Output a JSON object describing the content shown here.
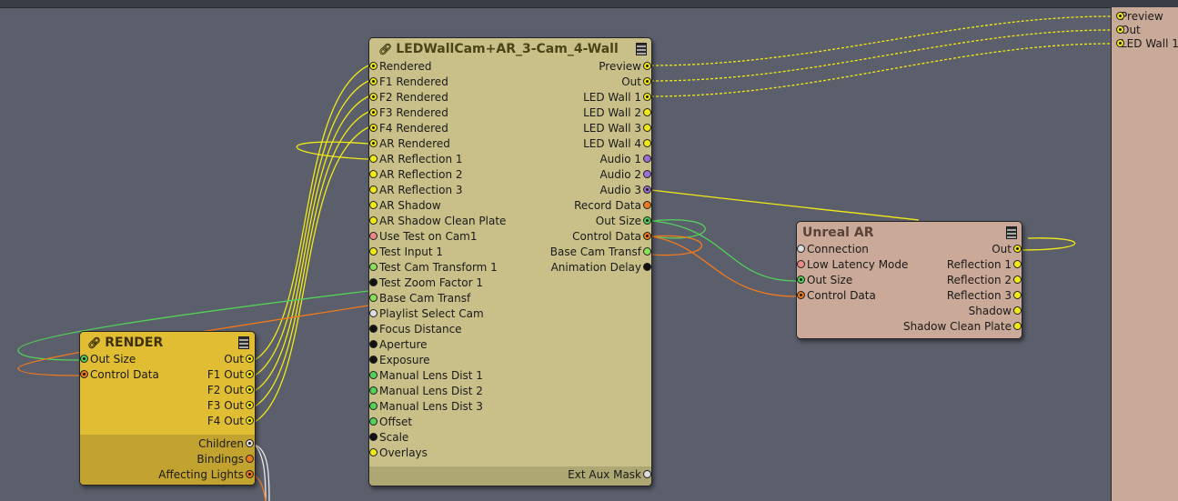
{
  "colors": {
    "background": "#5b5e6b",
    "led_node": "#c8c088",
    "render_node": "#e0bd33",
    "unreal_node": "#caa998",
    "port_yellow": "#f2ea17",
    "port_green": "#54d15b",
    "port_orange": "#ee7a1f",
    "port_purple": "#9b6fd6",
    "port_pink": "#e98a8a",
    "port_black": "#111111",
    "port_white": "#dddddd",
    "port_lightgreen": "#8be05a"
  },
  "led_node": {
    "title": "LEDWallCam+AR_3-Cam_4-Wall",
    "title_icon": "link-icon",
    "menu_icon": "hamburger-menu-icon",
    "inputs": [
      {
        "label": "Rendered",
        "color": "yellow",
        "connected": true
      },
      {
        "label": "F1 Rendered",
        "color": "yellow",
        "connected": true
      },
      {
        "label": "F2 Rendered",
        "color": "yellow",
        "connected": true
      },
      {
        "label": "F3 Rendered",
        "color": "yellow",
        "connected": true
      },
      {
        "label": "F4 Rendered",
        "color": "yellow",
        "connected": true
      },
      {
        "label": "AR Rendered",
        "color": "yellow",
        "connected": true
      },
      {
        "label": "AR Reflection 1",
        "color": "yellow",
        "connected": false
      },
      {
        "label": "AR Reflection 2",
        "color": "yellow",
        "connected": false
      },
      {
        "label": "AR Reflection 3",
        "color": "yellow",
        "connected": false
      },
      {
        "label": "AR Shadow",
        "color": "yellow",
        "connected": false
      },
      {
        "label": "AR Shadow Clean Plate",
        "color": "yellow",
        "connected": false
      },
      {
        "label": "Use Test on Cam1",
        "color": "pink",
        "connected": false
      },
      {
        "label": "Test Input 1",
        "color": "yellow",
        "connected": false
      },
      {
        "label": "Test Cam Transform 1",
        "color": "lightgreen",
        "connected": false
      },
      {
        "label": "Test Zoom Factor 1",
        "color": "black",
        "connected": false
      },
      {
        "label": "Base Cam Transf",
        "color": "lightgreen",
        "connected": false
      },
      {
        "label": "Playlist Select Cam",
        "color": "white",
        "connected": false
      },
      {
        "label": "Focus Distance",
        "color": "black",
        "connected": false
      },
      {
        "label": "Aperture",
        "color": "black",
        "connected": false
      },
      {
        "label": "Exposure",
        "color": "black",
        "connected": false
      },
      {
        "label": "Manual Lens Dist 1",
        "color": "green",
        "connected": false
      },
      {
        "label": "Manual Lens Dist 2",
        "color": "green",
        "connected": false
      },
      {
        "label": "Manual Lens Dist 3",
        "color": "green",
        "connected": false
      },
      {
        "label": "Offset",
        "color": "green",
        "connected": false
      },
      {
        "label": "Scale",
        "color": "black",
        "connected": false
      },
      {
        "label": "Overlays",
        "color": "yellow",
        "connected": false
      }
    ],
    "outputs": [
      {
        "label": "Preview",
        "color": "yellow",
        "connected": true
      },
      {
        "label": "Out",
        "color": "yellow",
        "connected": true
      },
      {
        "label": "LED Wall 1",
        "color": "yellow",
        "connected": true
      },
      {
        "label": "LED Wall 2",
        "color": "yellow",
        "connected": false
      },
      {
        "label": "LED Wall 3",
        "color": "yellow",
        "connected": false
      },
      {
        "label": "LED Wall 4",
        "color": "yellow",
        "connected": false
      },
      {
        "label": "Audio 1",
        "color": "purple",
        "connected": false
      },
      {
        "label": "Audio 2",
        "color": "purple",
        "connected": false
      },
      {
        "label": "Audio 3",
        "color": "purple",
        "connected": true
      },
      {
        "label": "Record Data",
        "color": "orange",
        "connected": false
      },
      {
        "label": "Out Size",
        "color": "green",
        "connected": true
      },
      {
        "label": "Control Data",
        "color": "orange",
        "connected": true
      },
      {
        "label": "Base Cam Transf",
        "color": "lightgreen",
        "connected": false
      },
      {
        "label": "Animation Delay",
        "color": "black",
        "connected": false
      }
    ],
    "footer_output": {
      "label": "Ext Aux Mask",
      "color": "white",
      "connected": false
    }
  },
  "render_node": {
    "title": "RENDER",
    "title_icon": "link-icon",
    "menu_icon": "hamburger-menu-icon",
    "inputs": [
      {
        "label": "Out Size",
        "color": "green",
        "connected": true
      },
      {
        "label": "Control Data",
        "color": "orange",
        "connected": true
      }
    ],
    "outputs": [
      {
        "label": "Out",
        "color": "yellow",
        "connected": true
      },
      {
        "label": "F1 Out",
        "color": "yellow",
        "connected": true
      },
      {
        "label": "F2 Out",
        "color": "yellow",
        "connected": true
      },
      {
        "label": "F3 Out",
        "color": "yellow",
        "connected": true
      },
      {
        "label": "F4 Out",
        "color": "yellow",
        "connected": true
      }
    ],
    "footer_outputs": [
      {
        "label": "Children",
        "color": "white",
        "connected": true
      },
      {
        "label": "Bindings",
        "color": "orange",
        "connected": false
      },
      {
        "label": "Affecting Lights",
        "color": "orange",
        "connected": true
      }
    ]
  },
  "unreal_node": {
    "title": "Unreal AR",
    "menu_icon": "hamburger-menu-icon",
    "inputs": [
      {
        "label": "Connection",
        "color": "white",
        "connected": false
      },
      {
        "label": "Low Latency Mode",
        "color": "pink",
        "connected": false
      },
      {
        "label": "Out Size",
        "color": "green",
        "connected": true
      },
      {
        "label": "Control Data",
        "color": "orange",
        "connected": true
      }
    ],
    "outputs": [
      {
        "label": "Out",
        "color": "yellow",
        "connected": true
      },
      {
        "label": "Reflection 1",
        "color": "yellow",
        "connected": false
      },
      {
        "label": "Reflection 2",
        "color": "yellow",
        "connected": false
      },
      {
        "label": "Reflection 3",
        "color": "yellow",
        "connected": false
      },
      {
        "label": "Shadow",
        "color": "yellow",
        "connected": false
      },
      {
        "label": "Shadow Clean Plate",
        "color": "yellow",
        "connected": false
      }
    ]
  },
  "output_panel": {
    "inputs": [
      {
        "label": "Preview",
        "color": "yellow",
        "connected": true
      },
      {
        "label": "Out",
        "color": "yellow",
        "connected": true
      },
      {
        "label": "LED Wall 1",
        "color": "yellow",
        "connected": true
      }
    ]
  }
}
